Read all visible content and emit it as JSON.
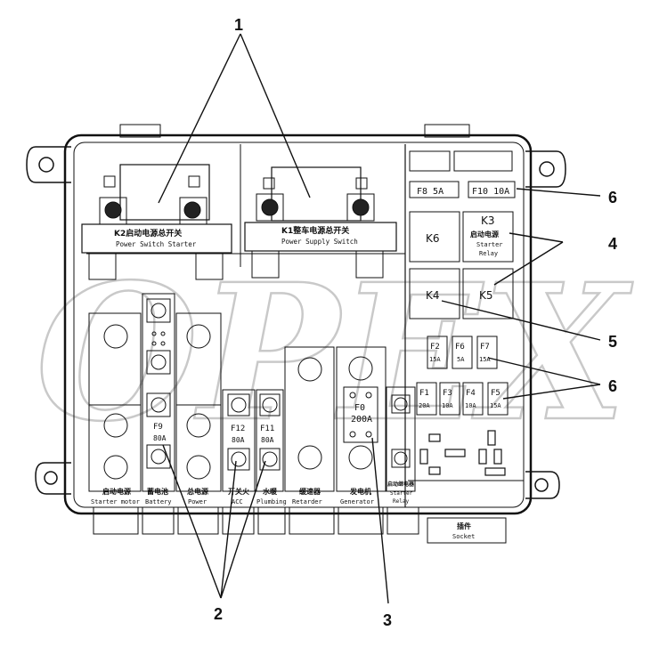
{
  "watermark": "OPEX",
  "callouts": {
    "c1": "1",
    "c2": "2",
    "c3": "3",
    "c4": "4",
    "c5": "5",
    "c6a": "6",
    "c6b": "6"
  },
  "relays": {
    "k2_cn": "K2启动电源总开关",
    "k2_en": "Power Switch Starter",
    "k1_cn": "K1整车电源总开关",
    "k1_en": "Power Supply Switch",
    "k3": "K3",
    "k3_cn": "启动电源",
    "k3_en1": "Starter",
    "k3_en2": "Relay",
    "k4": "K4",
    "k5": "K5",
    "k6": "K6"
  },
  "fuses": {
    "f8": "F8 5A",
    "f10": "F10 10A",
    "f2": "F2",
    "f2_a": "15A",
    "f6": "F6",
    "f6_a": "5A",
    "f7": "F7",
    "f7_a": "15A",
    "f1": "F1",
    "f1_a": "20A",
    "f3": "F3",
    "f3_a": "10A",
    "f4": "F4",
    "f4_a": "10A",
    "f5": "F5",
    "f5_a": "15A",
    "f9": "F9",
    "f9_a": "80A",
    "f12": "F12",
    "f12_a": "80A",
    "f11": "F11",
    "f11_a": "80A",
    "f0": "F0",
    "f0_a": "200A"
  },
  "bottom_labels": {
    "starter_cn": "启动电源",
    "starter_en": "Starter motor",
    "battery_cn": "蓄电池",
    "battery_en": "Battery",
    "power_cn": "总电源",
    "power_en": "Power",
    "acc_cn": "开关火",
    "acc_en": "ACC",
    "plumbing_cn": "水暖",
    "plumbing_en": "Plumbing",
    "retarder_cn": "缓速器",
    "retarder_en": "Retarder",
    "generator_cn": "发电机",
    "generator_en": "Generator",
    "relay_cn": "启动继电器",
    "relay_en1": "Starter",
    "relay_en2": "Relay",
    "socket_cn": "插件",
    "socket_en": "Socket"
  }
}
